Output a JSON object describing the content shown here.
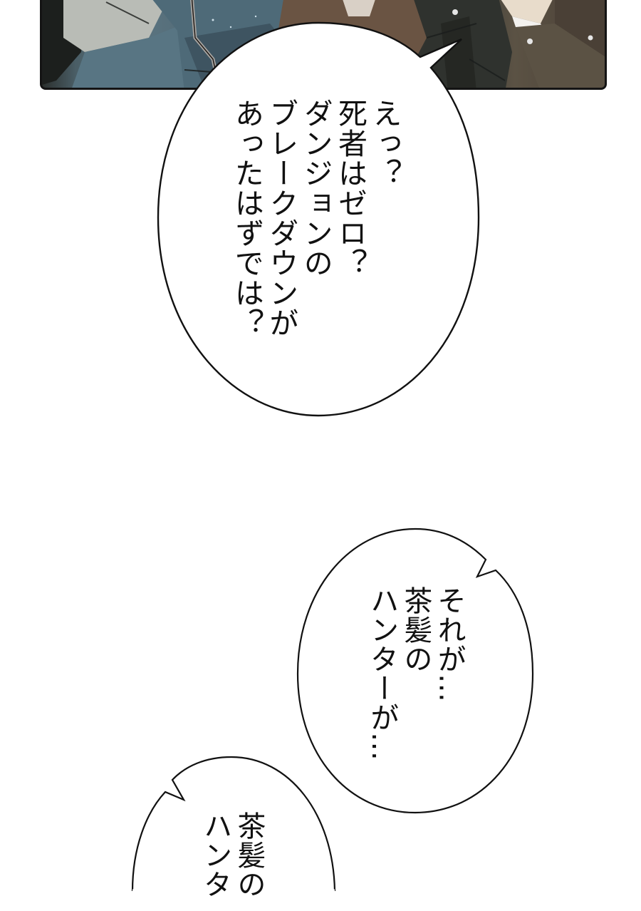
{
  "page": {
    "type": "manga-page",
    "background_color": "#ffffff"
  },
  "panel": {
    "description": "Artwork panel showing figures in dark uniforms (cropped at top)",
    "border_color": "#141414",
    "palette": [
      "#5a7480",
      "#6b5443",
      "#2e302c",
      "#5b5244",
      "#e8dccb"
    ]
  },
  "bubbles": [
    {
      "id": "bubble-1",
      "lines": [
        "えっ？",
        "死者はゼロ？",
        "ダンジョンの",
        "ブレークダウンが",
        "あったはずでは？"
      ]
    },
    {
      "id": "bubble-2",
      "lines": [
        "それが…",
        "茶髪の",
        "ハンターが…"
      ]
    },
    {
      "id": "bubble-3",
      "lines": [
        "茶髪の",
        "ハンタ"
      ]
    }
  ],
  "text": {
    "bubble1": "えっ？\n死者はゼロ？\nダンジョンの\nブレークダウンが\nあったはずでは？",
    "bubble2": "それが…\n茶髪の\nハンターが…",
    "bubble3": "茶髪の\nハンタ"
  }
}
